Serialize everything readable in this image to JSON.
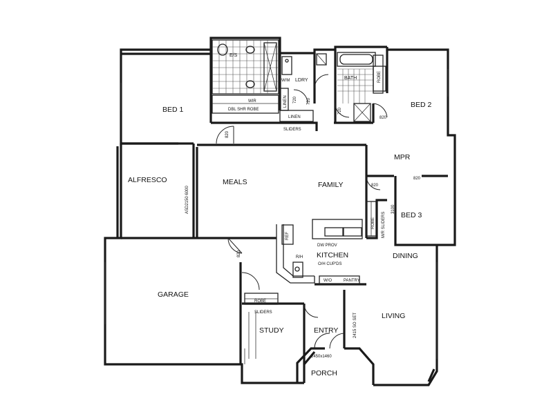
{
  "rooms": {
    "ensuite": "E/S",
    "laundry": "LDRY",
    "bath": "BATH",
    "robe_bed2": "ROBE",
    "bed1": "BED 1",
    "bed2": "BED 2",
    "wir": "WIR",
    "dbl_shr_robe": "DBL SHR ROBE",
    "linen1": "LINEN",
    "linen2": "LINEN",
    "sliders_top": "SLIDERS",
    "mpr": "MPR",
    "alfresco": "ALFRESCO",
    "meals": "MEALS",
    "family": "FAMILY",
    "bed3": "BED 3",
    "robe_bed3": "ROBE",
    "mr_sliders": "M/R SLIDERS",
    "kitchen": "KITCHEN",
    "dw_prov": "DW PROV",
    "oh_cupds": "O/H CUP'DS",
    "ref": "REF",
    "wo": "W/O",
    "pantry": "PANTRY",
    "garage": "GARAGE",
    "robe_study": "ROBE",
    "sliders_study": "SLIDERS",
    "study": "STUDY",
    "entry": "ENTRY",
    "porch": "PORCH",
    "dining": "DINING",
    "living": "LIVING",
    "rh": "R/H",
    "wm": "W/M"
  },
  "dimensions": {
    "d820_bed1": "820",
    "d820_bed2": "820",
    "d820_mpr": "820",
    "d820_garage": "820",
    "d720_a": "720",
    "d720_b": "720",
    "d720_c": "720",
    "d3100": "3100",
    "d820_bed3": "820",
    "alfresco_opening": "ASD2150 6000",
    "entry_door": "2450x1460",
    "living_set": "2415 SO SET"
  }
}
